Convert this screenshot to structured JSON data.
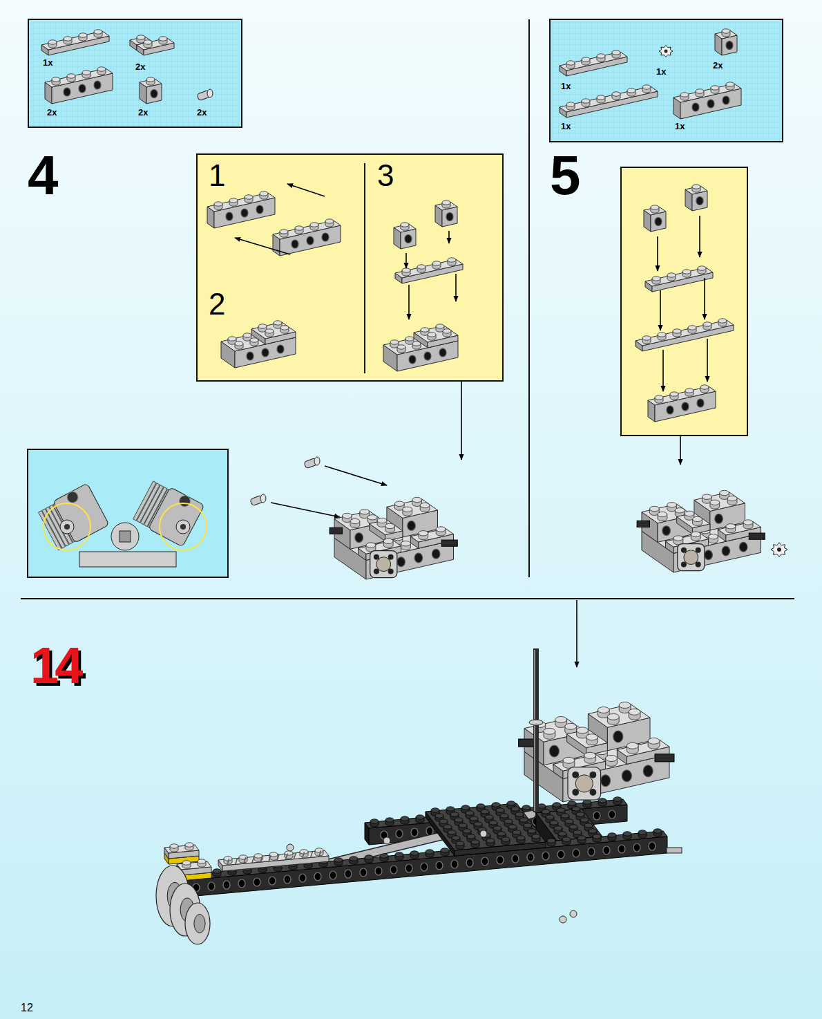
{
  "diagram": {
    "nodes": [
      {
        "text": [
          "1x",
          "2x",
          "2x",
          "2x",
          "2x"
        ]
      },
      {
        "text": [
          "1",
          "2",
          "3"
        ]
      },
      {
        "text": [
          "1x",
          "1x",
          "2x",
          "1x",
          "1x"
        ]
      }
    ],
    "labels": [
      "4",
      "5",
      "14",
      "12"
    ]
  }
}
